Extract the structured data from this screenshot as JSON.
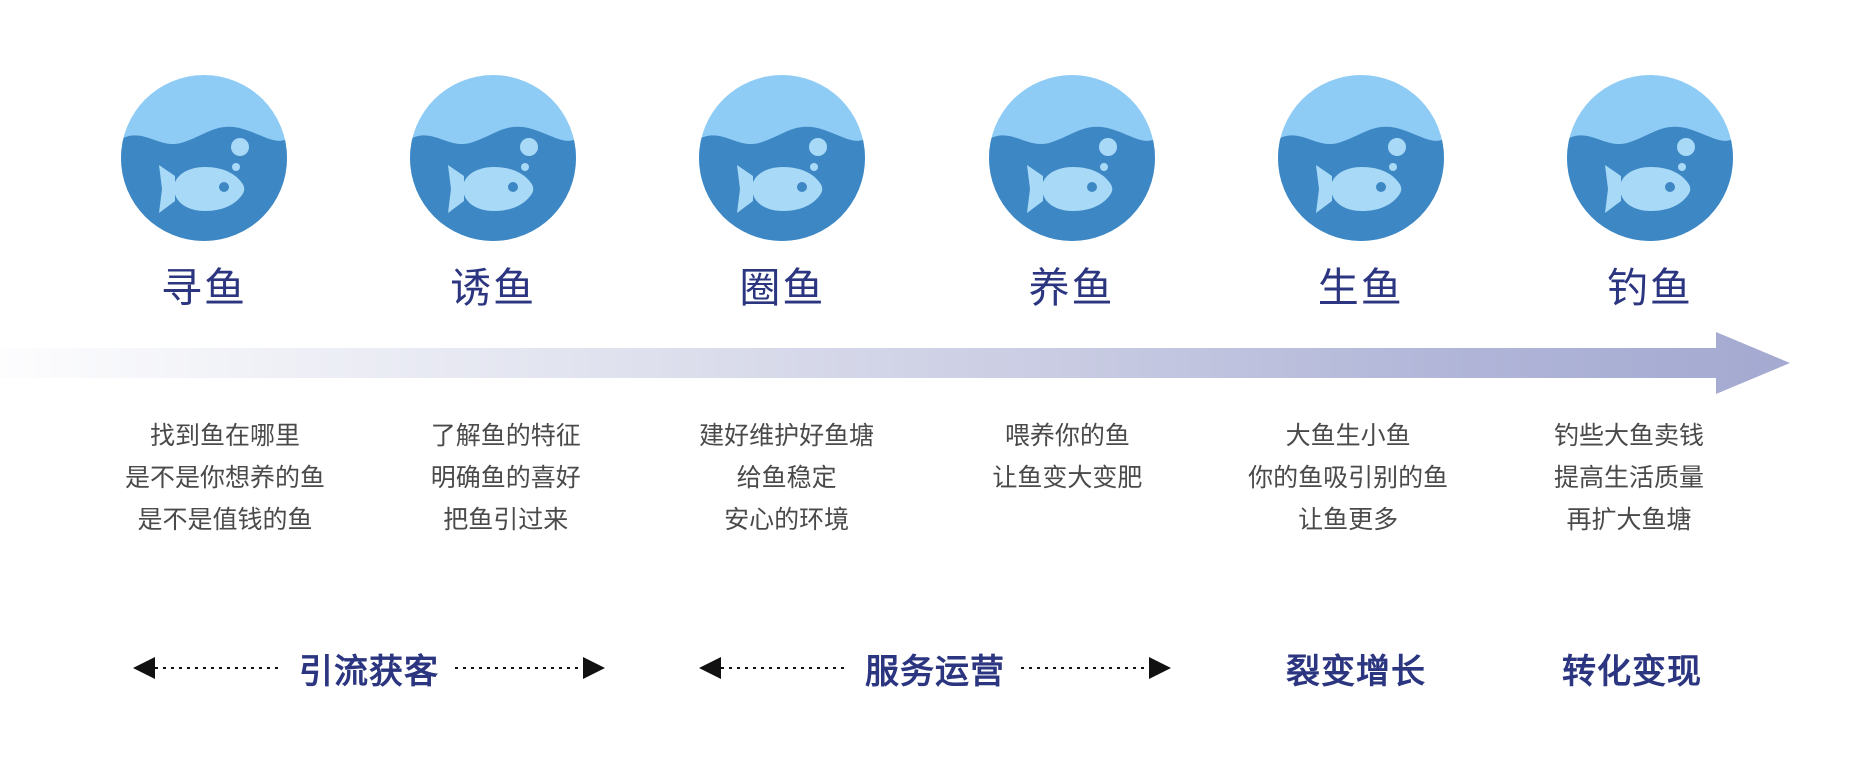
{
  "diagram": {
    "title_semantic": "fish-pond-growth-funnel",
    "colors": {
      "stage_title": "#2b3580",
      "phase_label": "#2b3580",
      "description_text": "#4a4a4a",
      "circle_sky": "#8ecbf5",
      "circle_water": "#3d87c4",
      "fish_body": "#a8d9f7",
      "fish_eye": "#3d87c4",
      "band_gradient_start": "#fbfbfd",
      "band_gradient_end": "#a3a9d0",
      "arrowhead": "#a3a9d0",
      "dash_arrow": "#1a1a1a",
      "background": "#ffffff"
    },
    "stages": [
      {
        "icon": "fish-in-water-circle-icon",
        "title": "寻鱼",
        "lines": [
          "找到鱼在哪里",
          "是不是你想养的鱼",
          "是不是值钱的鱼"
        ]
      },
      {
        "icon": "fish-in-water-circle-icon",
        "title": "诱鱼",
        "lines": [
          "了解鱼的特征",
          "明确鱼的喜好",
          "把鱼引过来"
        ]
      },
      {
        "icon": "fish-in-water-circle-icon",
        "title": "圈鱼",
        "lines": [
          "建好维护好鱼塘",
          "给鱼稳定",
          "安心的环境"
        ]
      },
      {
        "icon": "fish-in-water-circle-icon",
        "title": "养鱼",
        "lines": [
          "喂养你的鱼",
          "让鱼变大变肥",
          ""
        ]
      },
      {
        "icon": "fish-in-water-circle-icon",
        "title": "生鱼",
        "lines": [
          "大鱼生小鱼",
          "你的鱼吸引别的鱼",
          "让鱼更多"
        ]
      },
      {
        "icon": "fish-in-water-circle-icon",
        "title": "钓鱼",
        "lines": [
          "钓些大鱼卖钱",
          "提高生活质量",
          "再扩大鱼塘"
        ]
      }
    ],
    "phases": [
      {
        "label": "引流获客",
        "span": 2,
        "has_arrows": true
      },
      {
        "label": "服务运营",
        "span": 2,
        "has_arrows": true
      },
      {
        "label": "裂变增长",
        "span": 1,
        "has_arrows": false
      },
      {
        "label": "转化变现",
        "span": 1,
        "has_arrows": false
      }
    ],
    "flow_arrow": {
      "direction": "left-to-right",
      "style": "gradient-band-with-arrowhead"
    }
  }
}
